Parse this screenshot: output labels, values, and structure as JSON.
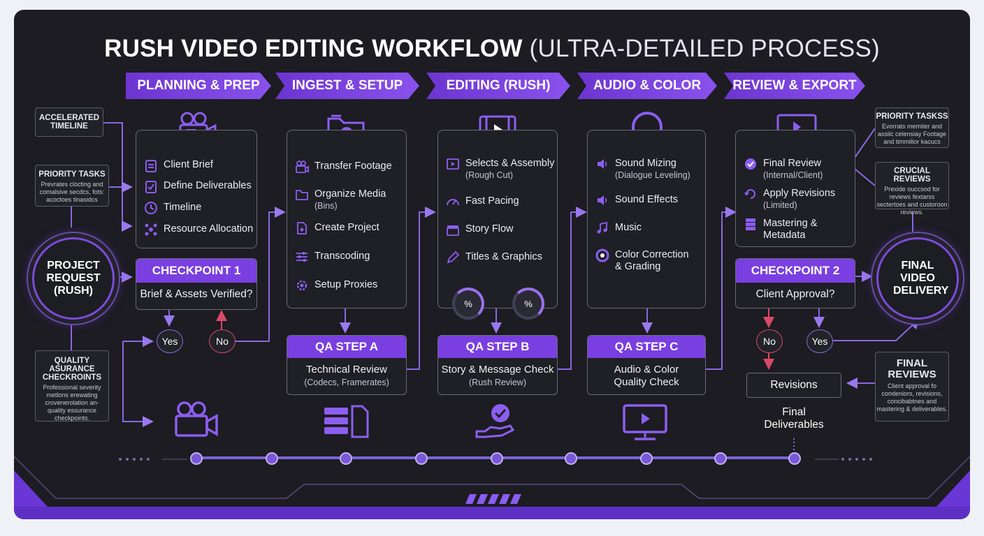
{
  "title": {
    "main": "RUSH VIDEO EDITING WORKFLOW",
    "paren": "(ULTRA-DETAILED PROCESS)"
  },
  "phases": [
    "PLANNING & PREP",
    "INGEST & SETUP",
    "EDITING (RUSH)",
    "AUDIO & COLOR",
    "REVIEW & EXPORT"
  ],
  "left_notes": {
    "accelerated": {
      "head": "ACCELERATED TIMELINE"
    },
    "priority": {
      "head": "PRIORITY TASKS",
      "body": "Prevrates clocting and comalsive secdcs, fots: acoctoes tinasidcs"
    },
    "quality": {
      "head": "QUALITY ASURANCE CHECKROINTS",
      "body": "Professional severity metlons erewating crovenerolation an-quality essurance checkpoints."
    }
  },
  "right_notes": {
    "priority": {
      "head": "PRIORITY TASKSS",
      "body": "Evorrats memiter and assilc celensiay Footage and timmilior kacucs"
    },
    "crucial": {
      "head": "CRUCIAL REVIEWS",
      "body": "Prexide ouccsod for reviews fextarss sectertoes and custoroon reviews."
    },
    "final": {
      "head": "FINAL REVIEWS",
      "body": "Client approval fo condeniors, revisions, concibabtnes and mastering & deliverables."
    }
  },
  "planning": {
    "items": [
      "Client Brief",
      "Define Deliverables",
      "Timeline",
      "Resource Allocation"
    ]
  },
  "ingest": {
    "items": [
      {
        "label": "Transfer Footage",
        "sub": ""
      },
      {
        "label": "Organize Media",
        "sub": "(Bins)"
      },
      {
        "label": "Create Project",
        "sub": ""
      },
      {
        "label": "Transcoding",
        "sub": ""
      },
      {
        "label": "Setup Proxies",
        "sub": ""
      }
    ]
  },
  "editing": {
    "items": [
      {
        "label": "Selects & Assembly",
        "sub": "(Rough Cut)"
      },
      {
        "label": "Fast Pacing",
        "sub": ""
      },
      {
        "label": "Story Flow",
        "sub": ""
      },
      {
        "label": "Titles & Graphics",
        "sub": ""
      }
    ],
    "pct": "%"
  },
  "audio": {
    "items": [
      {
        "label": "Sound Mizing",
        "sub": "(Dialogue Leveling)"
      },
      {
        "label": "Sound Effects",
        "sub": ""
      },
      {
        "label": "Music",
        "sub": ""
      },
      {
        "label": "Color Correction",
        "sub": "& Grading"
      }
    ]
  },
  "review": {
    "items": [
      {
        "label": "Final Review",
        "sub": "(Internal/Client)"
      },
      {
        "label": "Apply Revisions",
        "sub": "(Limited)"
      },
      {
        "label": "Mastering &",
        "sub": "Metadata"
      }
    ]
  },
  "start_circle": "PROJECT REQUEST (RUSH)",
  "end_circle": "FINAL VIDEO DELIVERY",
  "checkpoint1": {
    "head": "CHECKPOINT 1",
    "body": "Brief & Assets Verified?"
  },
  "checkpoint2": {
    "head": "CHECKPOINT 2",
    "body": "Client Approval?"
  },
  "yes": "Yes",
  "no": "No",
  "qa_a": {
    "head": "QA STEP A",
    "body": "Technical Review",
    "sub": "(Codecs, Framerates)"
  },
  "qa_b": {
    "head": "QA STEP B",
    "body": "Story & Message Check",
    "sub": "(Rush Review)"
  },
  "qa_c": {
    "head": "QA STEP C",
    "body": "Audio & Color",
    "sub": "Quality Check"
  },
  "revisions": "Revisions",
  "final_deliverables": "Final Deliverables",
  "colors": {
    "accent": "#7a3fe0",
    "background": "#1c1c22",
    "no": "#d84a68"
  }
}
